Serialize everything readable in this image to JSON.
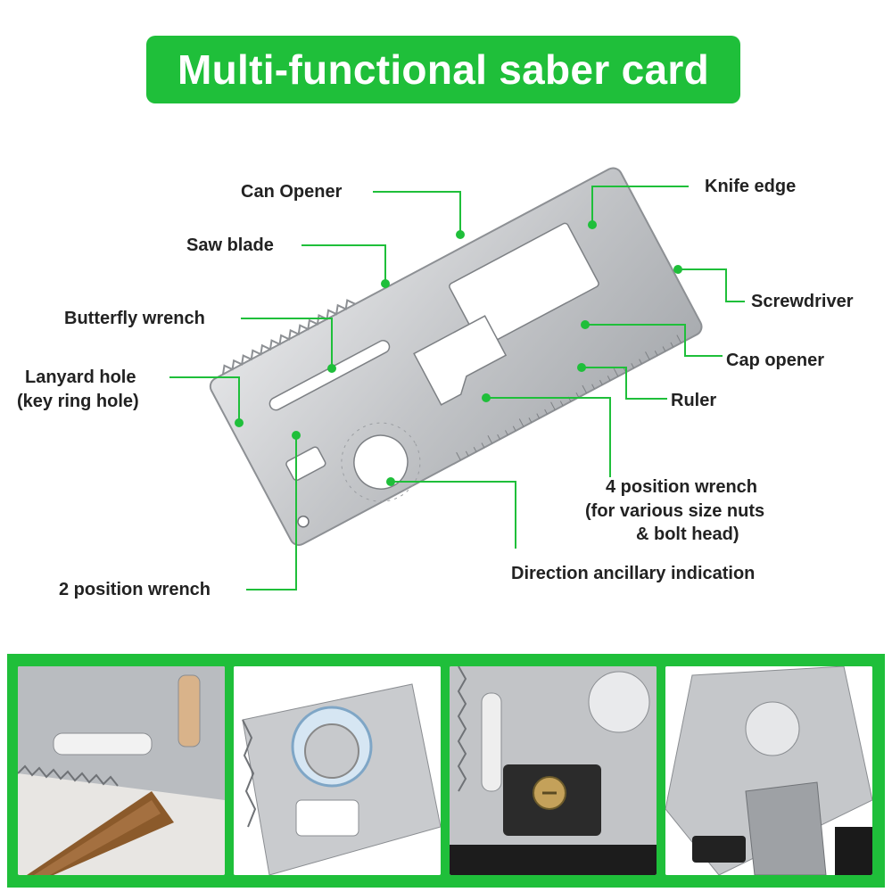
{
  "title": "Multi-functional saber card",
  "colors": {
    "accent": "#1fbf3a",
    "card_metal": "#c7c9cb",
    "text": "#222222"
  },
  "labels": {
    "can_opener": "Can Opener",
    "knife_edge": "Knife edge",
    "saw_blade": "Saw blade",
    "screwdriver": "Screwdriver",
    "butterfly_wrench": "Butterfly wrench",
    "cap_opener": "Cap opener",
    "lanyard_hole_line1": "Lanyard hole",
    "lanyard_hole_line2": "(key ring hole)",
    "ruler": "Ruler",
    "four_position_line1": "4 position wrench",
    "four_position_line2": "(for various size nuts",
    "four_position_line3": "& bolt head)",
    "direction": "Direction ancillary indication",
    "two_position": "2 position wrench"
  },
  "photos": [
    {
      "subject": "saw-blade-cutting-wood"
    },
    {
      "subject": "bottle-cap-opener"
    },
    {
      "subject": "screwdriver-on-screw"
    },
    {
      "subject": "card-clipped-to-belt"
    }
  ]
}
